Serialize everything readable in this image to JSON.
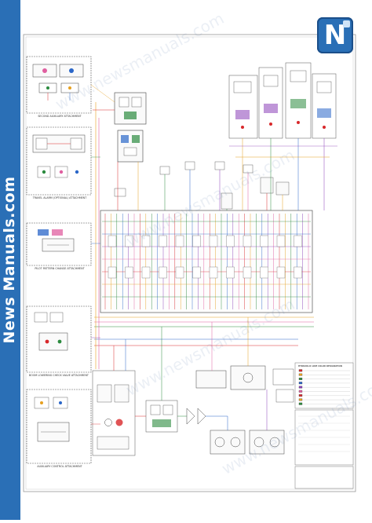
{
  "sidebar": {
    "brand_text": "News Manuals.com",
    "color": "#2a6fb6"
  },
  "logo": {
    "letter": "N",
    "color": "#2a6fb6"
  },
  "watermark": {
    "text": "www.newsmanuals.com"
  },
  "attachments": {
    "second_auxiliary": "SECOND AUXILIARY ATTACHMENT",
    "travel_alarm": "TRAVEL ALARM (OPTIONAL) ATTACHMENT",
    "pilot_pattern": "PILOT PATTERN CHANGE ATTACHMENT",
    "boom_lowering": "BOOM LOWERING CHECK VALVE ATTACHMENT",
    "auxiliary_control": "AUXILIARY CONTROL ATTACHMENT"
  },
  "title_block": {
    "header": "HYDRAULIC LINE COLOR DESIGNATION"
  },
  "colors": {
    "pressure": "#d8282b",
    "pilot": "#e6a020",
    "return": "#2b8a3e",
    "suction": "#2a66c8",
    "drain": "#8a3fb8",
    "case": "#e05fa0",
    "line": "#555555"
  }
}
